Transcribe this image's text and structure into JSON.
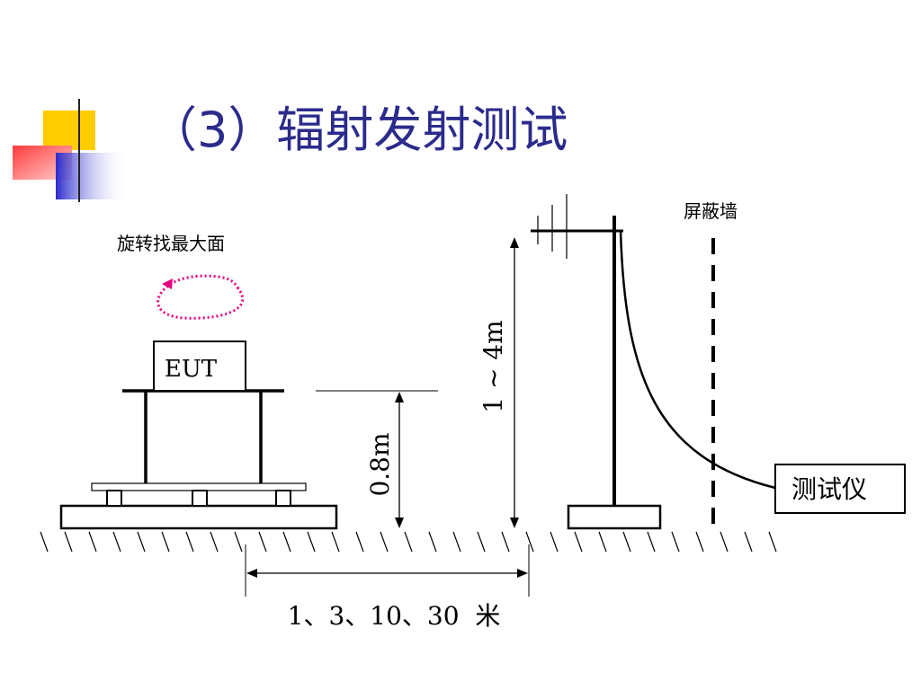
{
  "slide": {
    "title": "（3）辐射发射测试"
  },
  "diagram": {
    "rotate_label": "旋转找最大面",
    "eut_label": "EUT",
    "table_height_label": "0.8m",
    "antenna_height_label": "1 ~ 4m",
    "shield_wall_label": "屏蔽墙",
    "receiver_label": "测试仪",
    "distance_label": "1、3、10、30  米"
  },
  "colors": {
    "title": "#2b2b8c",
    "rotation_arrow": "#e6007e",
    "deco_yellow": "#ffcc00",
    "deco_red": "#ff5050",
    "deco_blue": "#3333cc"
  }
}
